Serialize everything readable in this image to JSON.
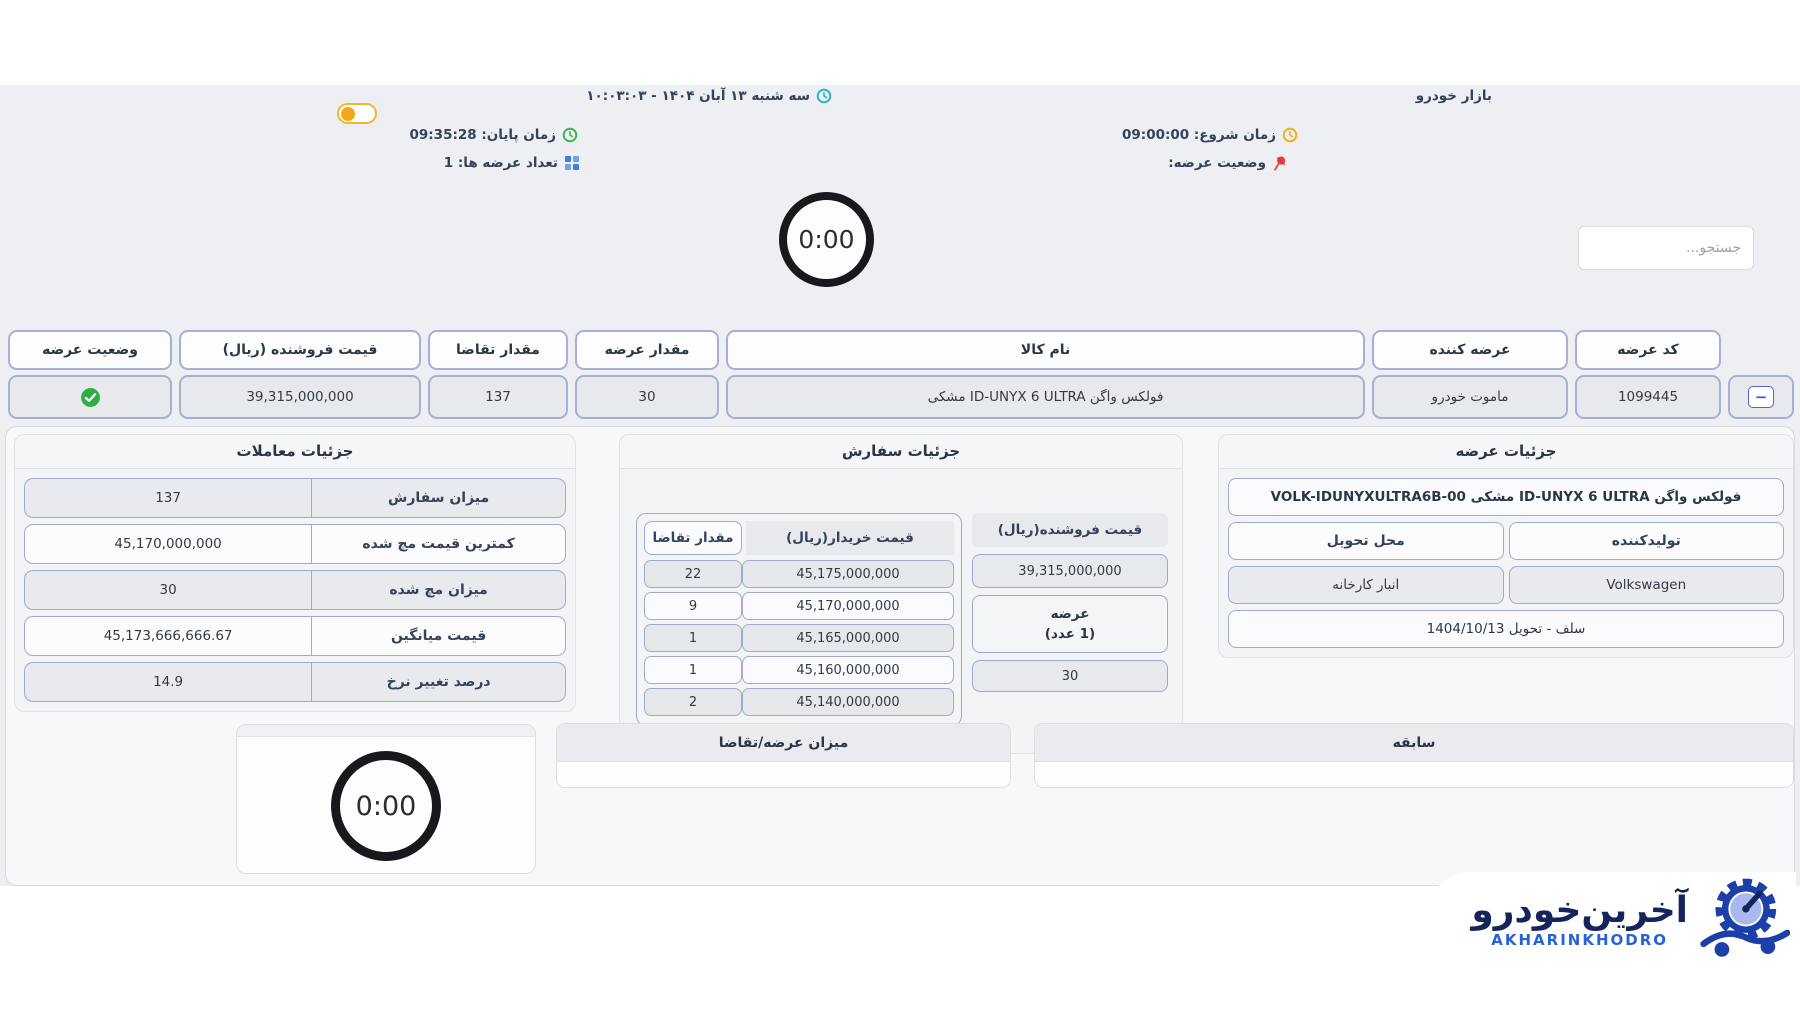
{
  "header": {
    "market_title": "بازار خودرو",
    "date_time": "سه شنبه ۱۳ آبان ۱۴۰۴ - ۱۰:۰۳:۰۳",
    "start_time_label": "زمان شروع: 09:00:00",
    "supply_status_label": "وضعیت عرضه:",
    "end_time_label": "زمان پایان: 09:35:28",
    "offers_count_label": "تعداد عرضه ها: 1",
    "search_placeholder": "جستجو...",
    "timer_value": "0:00"
  },
  "table": {
    "headers": {
      "code": "کد عرضه",
      "supplier": "عرضه کننده",
      "product": "نام کالا",
      "supply": "مقدار عرضه",
      "demand": "مقدار تقاضا",
      "seller_price": "قیمت فروشنده (ریال)",
      "status": "وضعیت عرضه"
    },
    "row": {
      "code": "1099445",
      "supplier": "ماموت خودرو",
      "product": "فولکس واگن ID-UNYX 6 ULTRA مشکی",
      "supply": "30",
      "demand": "137",
      "seller_price": "39,315,000,000",
      "collapse_glyph": "−"
    }
  },
  "trades_panel": {
    "title": "جزئیات معاملات",
    "rows": [
      {
        "label": "میزان سفارش",
        "value": "137"
      },
      {
        "label": "کمترین قیمت مچ شده",
        "value": "45,170,000,000"
      },
      {
        "label": "میزان مچ شده",
        "value": "30"
      },
      {
        "label": "قیمت میانگین",
        "value": "45,173,666,666.67"
      },
      {
        "label": "درصد تغییر نرخ",
        "value": "14.9"
      }
    ]
  },
  "orders_panel": {
    "title": "جزئیات سفارش",
    "buyer_table": {
      "price_header": "قیمت خریدار(ریال)",
      "demand_header": "مقدار تقاضا",
      "rows": [
        {
          "demand": "22",
          "price": "45,175,000,000"
        },
        {
          "demand": "9",
          "price": "45,170,000,000"
        },
        {
          "demand": "1",
          "price": "45,165,000,000"
        },
        {
          "demand": "1",
          "price": "45,160,000,000"
        },
        {
          "demand": "2",
          "price": "45,140,000,000"
        }
      ]
    },
    "seller_box": {
      "price_header": "قیمت فروشنده(ریال)",
      "price_value": "39,315,000,000",
      "supply_line1": "عرضه",
      "supply_line2": "(1 عدد)",
      "supply_amount": "30"
    }
  },
  "supply_panel": {
    "title": "جزئیات عرضه",
    "product_full": "فولکس واگن ID-UNYX 6 ULTRA مشکی VOLK-IDUNYXULTRA6B-00",
    "producer_label": "تولیدکننده",
    "delivery_label": "محل تحویل",
    "producer_value": "Volkswagen",
    "delivery_value": "انبار کارخانه",
    "settlement": "سلف - تحویل 1404/10/13"
  },
  "bottom": {
    "supply_demand_title": "میزان عرضه/تقاضا",
    "history_title": "سابقه",
    "timer_value": "0:00"
  },
  "logo": {
    "name_fa": "آخرین‌خودرو",
    "name_en": "AKHARINKHODRO"
  },
  "colors": {
    "band_bg": "#edeff2",
    "cell_border": "#a6b0d5",
    "status_ok_green": "#2fae46",
    "toggle_orange": "#f5a81c",
    "accent_blue": "#2563d6",
    "logo_navy": "#16245c"
  }
}
